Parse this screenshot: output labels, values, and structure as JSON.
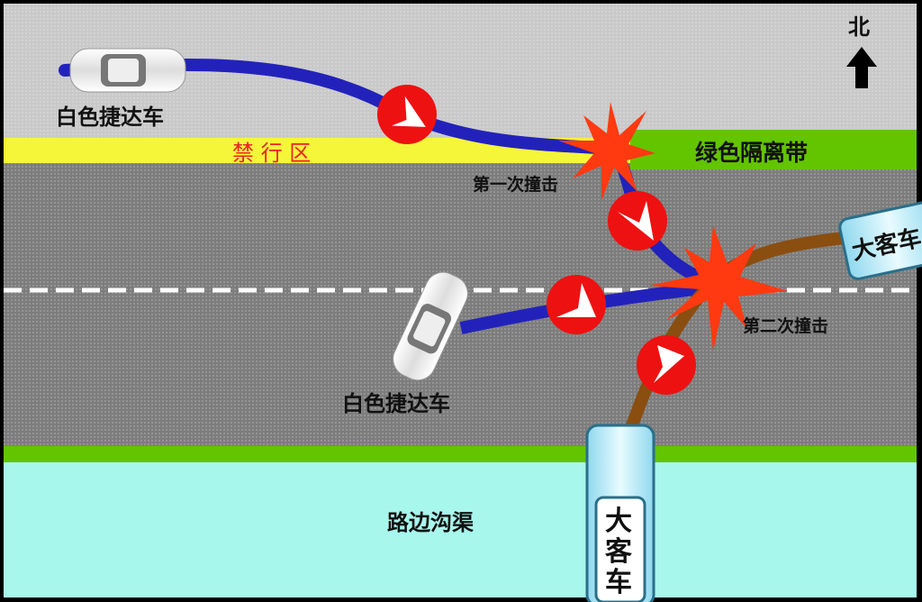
{
  "north": {
    "label": "北"
  },
  "labels": {
    "car_top": "白色捷达车",
    "no_go_zone": "禁 行 区",
    "green_median": "绿色隔离带",
    "first_impact": "第一次撞击",
    "second_impact": "第二次撞击",
    "car_bottom": "白色捷达车",
    "roadside_ditch": "路边沟渠"
  },
  "buses": {
    "bus_right": "大客车",
    "bus_bottom_chars": [
      "大",
      "客",
      "车"
    ]
  },
  "colors": {
    "top_area": "#c9c9c9",
    "road": "#7d7d7d",
    "yellow_zone": "#f5f53a",
    "green": "#63c400",
    "ditch": "#a8f7ec",
    "car_path": "#2222bb",
    "bus_path": "#8a4e10",
    "marker": "#ee1111",
    "impact": "#ff3a10"
  }
}
